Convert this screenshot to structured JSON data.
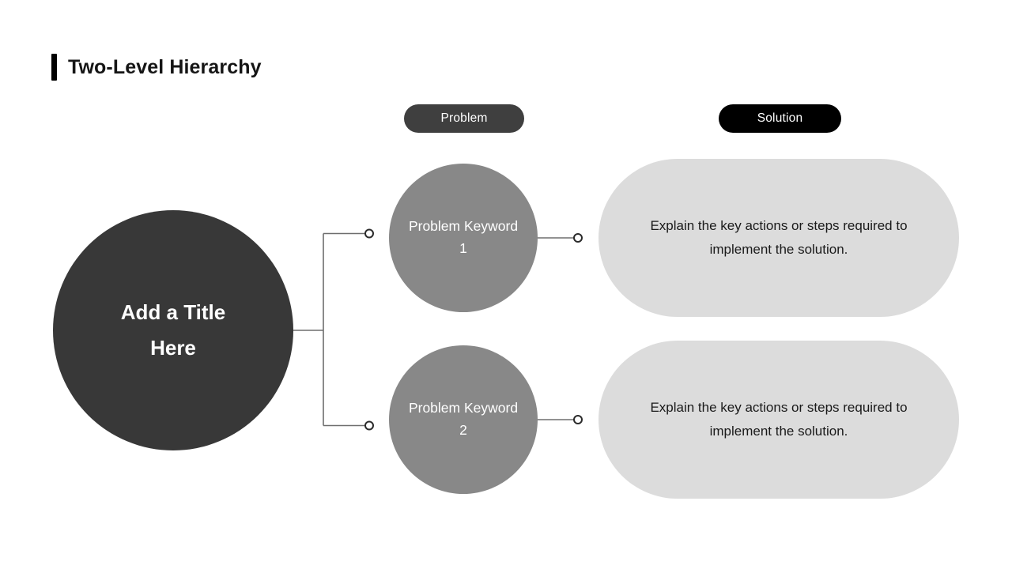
{
  "slide": {
    "title": "Two-Level Hierarchy",
    "accent_color": "#000000",
    "background_color": "#ffffff"
  },
  "columns": {
    "problem_badge": {
      "label": "Problem",
      "color": "#3f3f3f",
      "text_color": "#ffffff"
    },
    "solution_badge": {
      "label": "Solution",
      "color": "#000000",
      "text_color": "#ffffff"
    }
  },
  "root": {
    "label": "Add a Title Here",
    "color": "#383838",
    "text_color": "#ffffff"
  },
  "rows": [
    {
      "problem": {
        "label": "Problem Keyword 1",
        "color": "#888888",
        "text_color": "#ffffff"
      },
      "solution": {
        "text": "Explain the key actions or steps required to implement the solution.",
        "color": "#dcdcdc",
        "text_color": "#1a1a1a"
      }
    },
    {
      "problem": {
        "label": "Problem Keyword 2",
        "color": "#888888",
        "text_color": "#ffffff"
      },
      "solution": {
        "text": "Explain the key actions or steps required to implement the solution.",
        "color": "#dcdcdc",
        "text_color": "#1a1a1a"
      }
    }
  ],
  "connectors": {
    "line_color": "#6e6e6e",
    "node_fill": "#ffffff",
    "node_stroke": "#2b2b2b"
  }
}
